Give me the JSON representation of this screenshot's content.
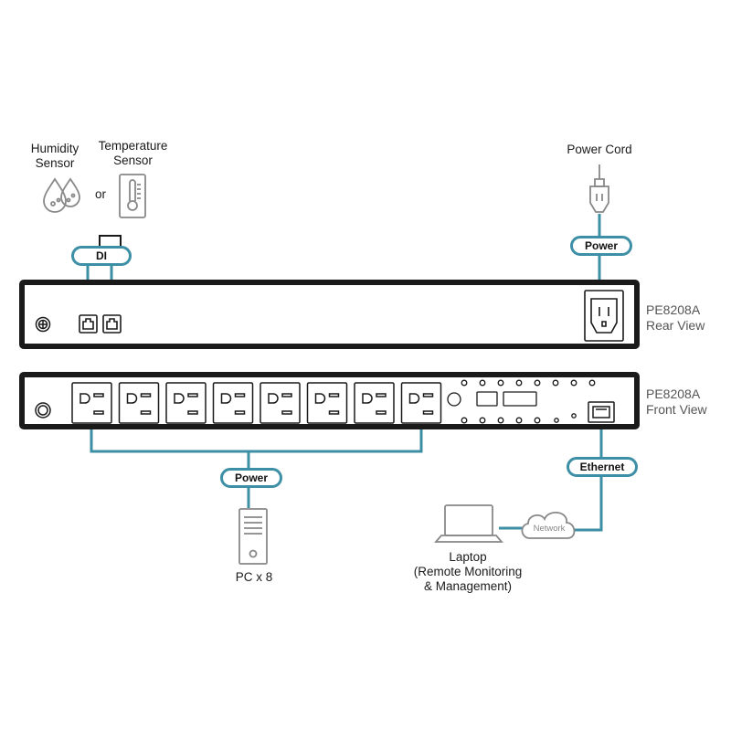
{
  "labels": {
    "humidity_sensor": "Humidity\nSensor",
    "temperature_sensor": "Temperature\nSensor",
    "or": "or",
    "power_cord": "Power Cord",
    "rear_view": "PE8208A\nRear View",
    "front_view": "PE8208A\nFront View",
    "pc": "PC x 8",
    "laptop": "Laptop\n(Remote Monitoring\n& Management)",
    "network": "Network"
  },
  "pills": {
    "di": "DI",
    "power_rear": "Power",
    "power_front": "Power",
    "ethernet": "Ethernet"
  },
  "colors": {
    "connector": "#3d8fa6",
    "device": "#1a1a1a",
    "icon_stroke": "#888888"
  },
  "icons": [
    "water-drops-icon",
    "thermometer-icon",
    "power-plug-icon",
    "power-inlet-icon",
    "outlet-icon",
    "rj45-port-icon",
    "tower-pc-icon",
    "laptop-icon",
    "cloud-icon",
    "ground-screw-icon"
  ]
}
